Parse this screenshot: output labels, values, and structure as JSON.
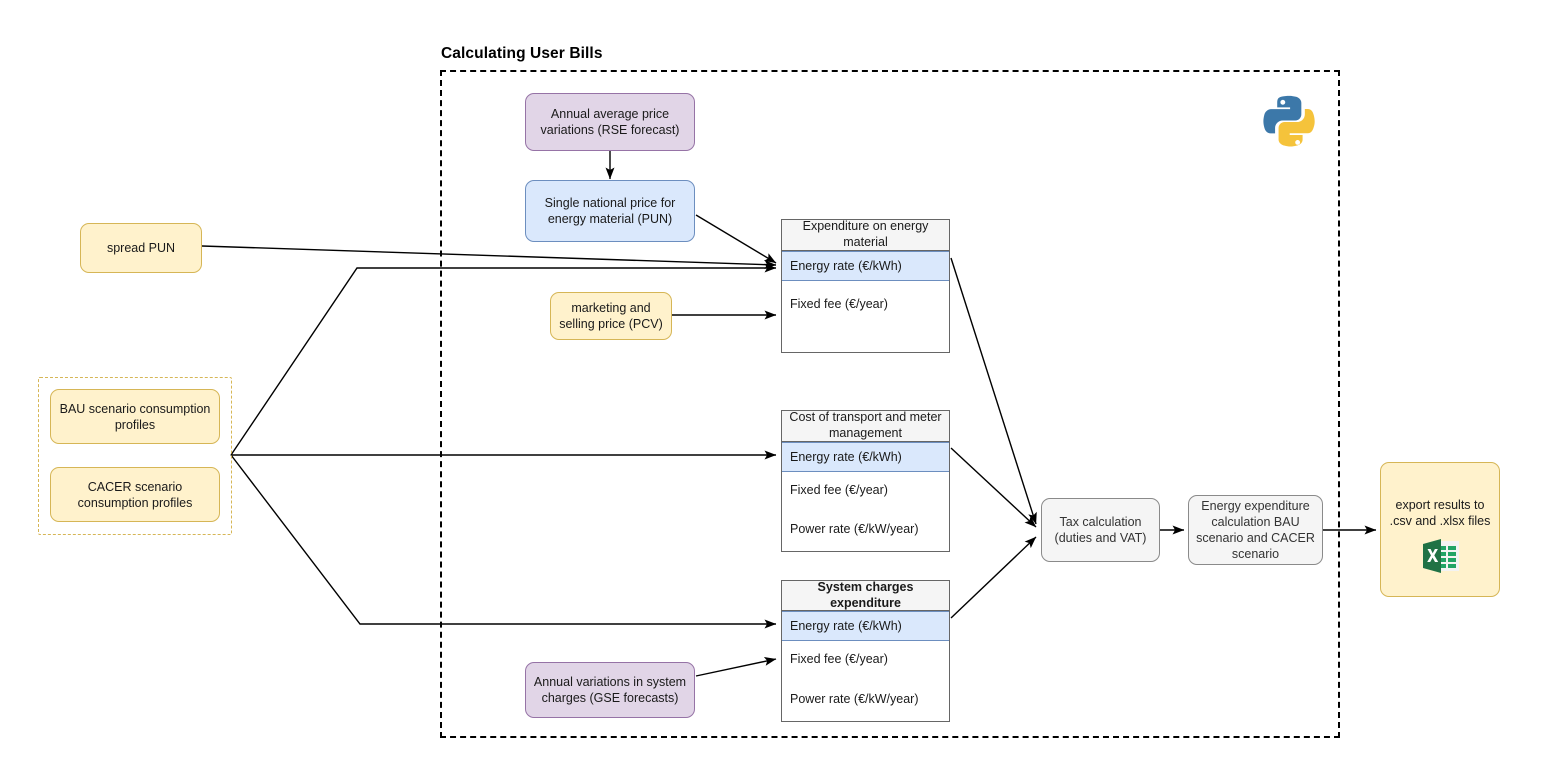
{
  "diagram": {
    "container_title": "Calculating User Bills",
    "logo": "python-logo",
    "export_icon": "excel-file-icon"
  },
  "inputs": {
    "spread_pun": "spread PUN",
    "bau_profiles": "BAU scenario consumption profiles",
    "cacer_profiles": "CACER scenario consumption profiles"
  },
  "forecasts": {
    "rse": "Annual average price variations (RSE forecast)",
    "gse": "Annual variations in system charges (GSE forecasts)"
  },
  "prices": {
    "pun": "Single national price for energy material (PUN)",
    "pcv": "marketing and selling price (PCV)"
  },
  "tables": [
    {
      "title": "Expenditure on energy material",
      "title_bold": false,
      "rows": [
        {
          "label": "Energy rate (€/kWh)",
          "highlight": true
        },
        {
          "label": "Fixed fee (€/year)",
          "highlight": false
        }
      ]
    },
    {
      "title": "Cost of transport and meter management",
      "title_bold": false,
      "rows": [
        {
          "label": "Energy rate (€/kWh)",
          "highlight": true
        },
        {
          "label": "Fixed fee (€/year)",
          "highlight": false
        },
        {
          "label": "Power rate (€/kW/year)",
          "highlight": false
        }
      ]
    },
    {
      "title": "System charges expenditure",
      "title_bold": true,
      "rows": [
        {
          "label": "Energy rate (€/kWh)",
          "highlight": true
        },
        {
          "label": "Fixed fee (€/year)",
          "highlight": false
        },
        {
          "label": "Power rate (€/kW/year)",
          "highlight": false
        }
      ]
    }
  ],
  "process": {
    "tax": "Tax calculation (duties and VAT)",
    "tax_line1": "Tax calculation",
    "tax_line2": "(duties and VAT)",
    "energy_expenditure": "Energy expenditure calculation BAU scenario and CACER scenario",
    "export": "export results to .csv and .xlsx files"
  },
  "colors": {
    "yellow_fill": "#fff2cc",
    "yellow_stroke": "#d6b656",
    "purple_fill": "#e1d5e7",
    "purple_stroke": "#9673a6",
    "blue_fill": "#dae8fc",
    "blue_stroke": "#6c8ebf",
    "grey_fill": "#f5f5f5",
    "grey_stroke": "#8a8a8a",
    "edge": "#000000",
    "excel_green": "#21a366",
    "python_blue": "#3c78a9",
    "python_yellow": "#f5c33b"
  }
}
